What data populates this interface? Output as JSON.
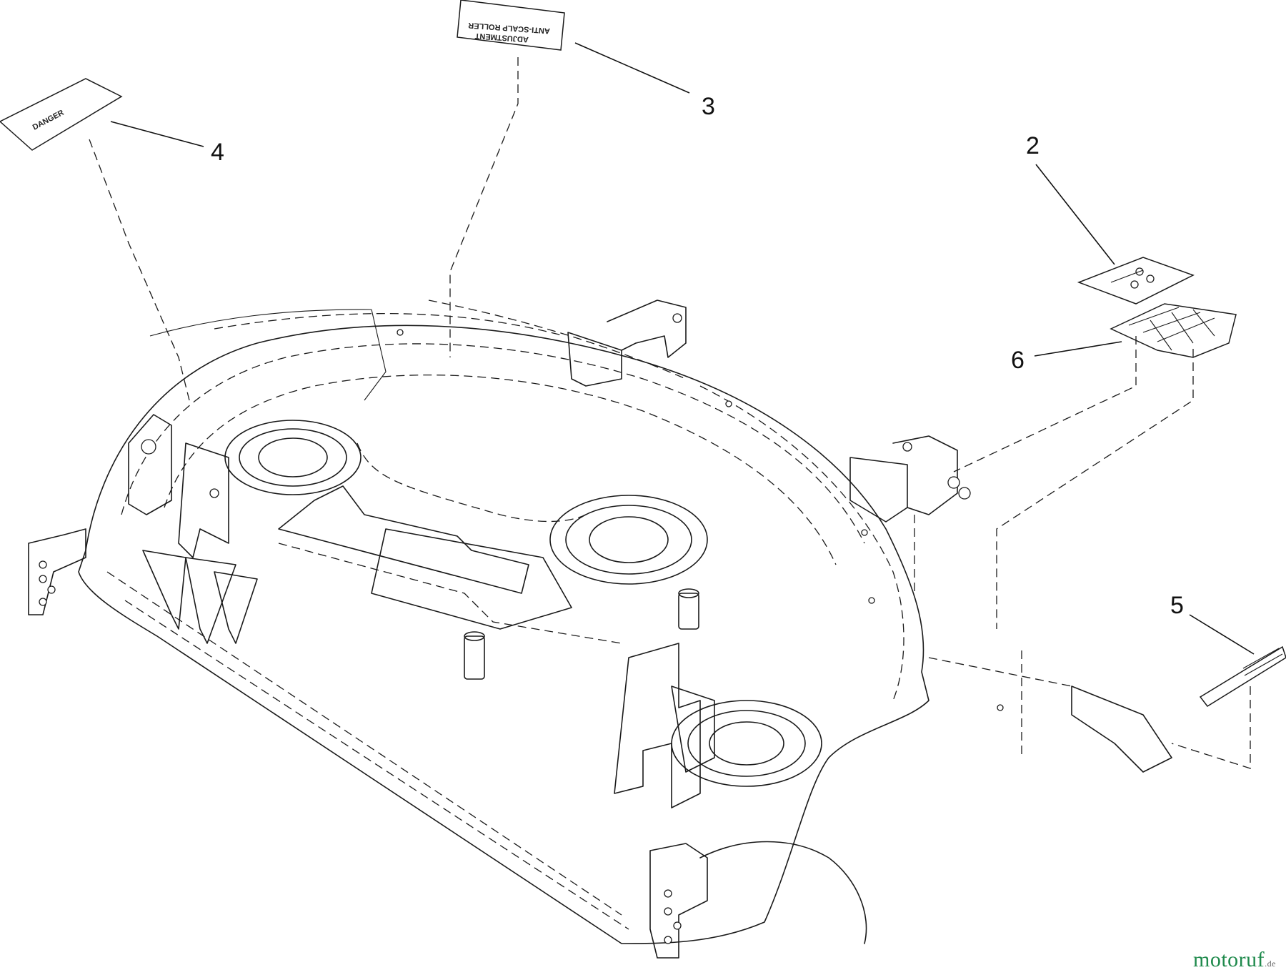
{
  "diagram": {
    "callouts": [
      {
        "id": "2",
        "label": "2"
      },
      {
        "id": "3",
        "label": "3"
      },
      {
        "id": "4",
        "label": "4"
      },
      {
        "id": "5",
        "label": "5"
      },
      {
        "id": "6",
        "label": "6"
      }
    ],
    "decals": {
      "danger": "DANGER",
      "anti_scalp_line1": "ANTI-SCALP ROLLER",
      "anti_scalp_line2": "ADJUSTMENT"
    }
  },
  "watermark": {
    "brand": "motoruf",
    "tld": ".de",
    "brand_color": "#1f8a4c"
  }
}
